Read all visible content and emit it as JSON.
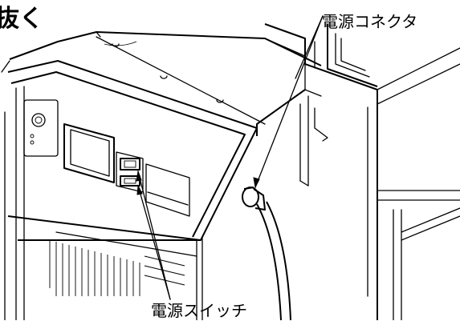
{
  "heading": {
    "text": "抜く"
  },
  "labels": {
    "power_connector": "電源コネクタ",
    "power_switch": "電源スイッチ"
  },
  "colors": {
    "line": "#000000",
    "background": "#ffffff"
  }
}
